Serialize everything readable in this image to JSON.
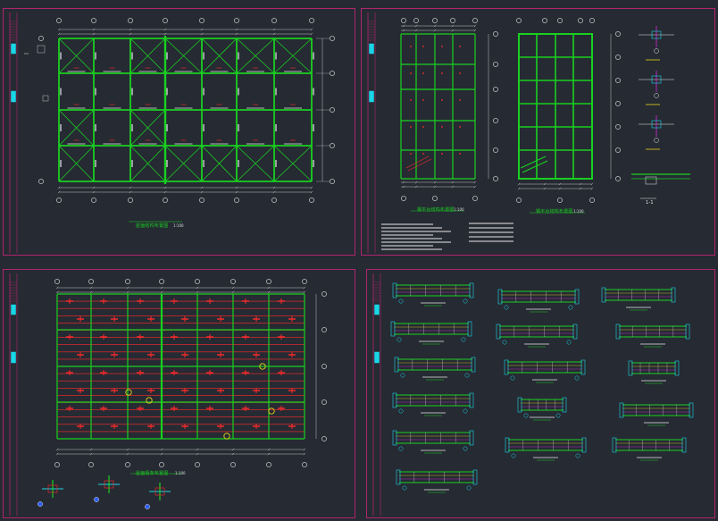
{
  "sheets": [
    {
      "id": "sheet-1"
    },
    {
      "id": "sheet-2"
    },
    {
      "id": "sheet-3"
    },
    {
      "id": "sheet-4"
    }
  ],
  "colors": {
    "background": "#262a33",
    "frame": "#b0266e",
    "steel": "#19d020",
    "member_mark": "#ff2a2a",
    "annotation": "#e8e8e8",
    "accent_cyan": "#18d6e6",
    "accent_yellow": "#e6d21a",
    "accent_magenta": "#d42ad8"
  },
  "icons": [
    "grid-axis-bubble-icon",
    "section-mark-icon",
    "detail-callout-icon"
  ],
  "captions": {
    "sheet1_plan": "屋面结构布置图",
    "sheet1_scale": "1:100",
    "sheet2_left": "钢平台结构布置图",
    "sheet2_right": "钢平台结构布置图",
    "sheet2_scale": "1:100",
    "sheet2_section": "1-1",
    "sheet3_plan": "屋面檩条布置图",
    "sheet3_scale": "1:100"
  }
}
